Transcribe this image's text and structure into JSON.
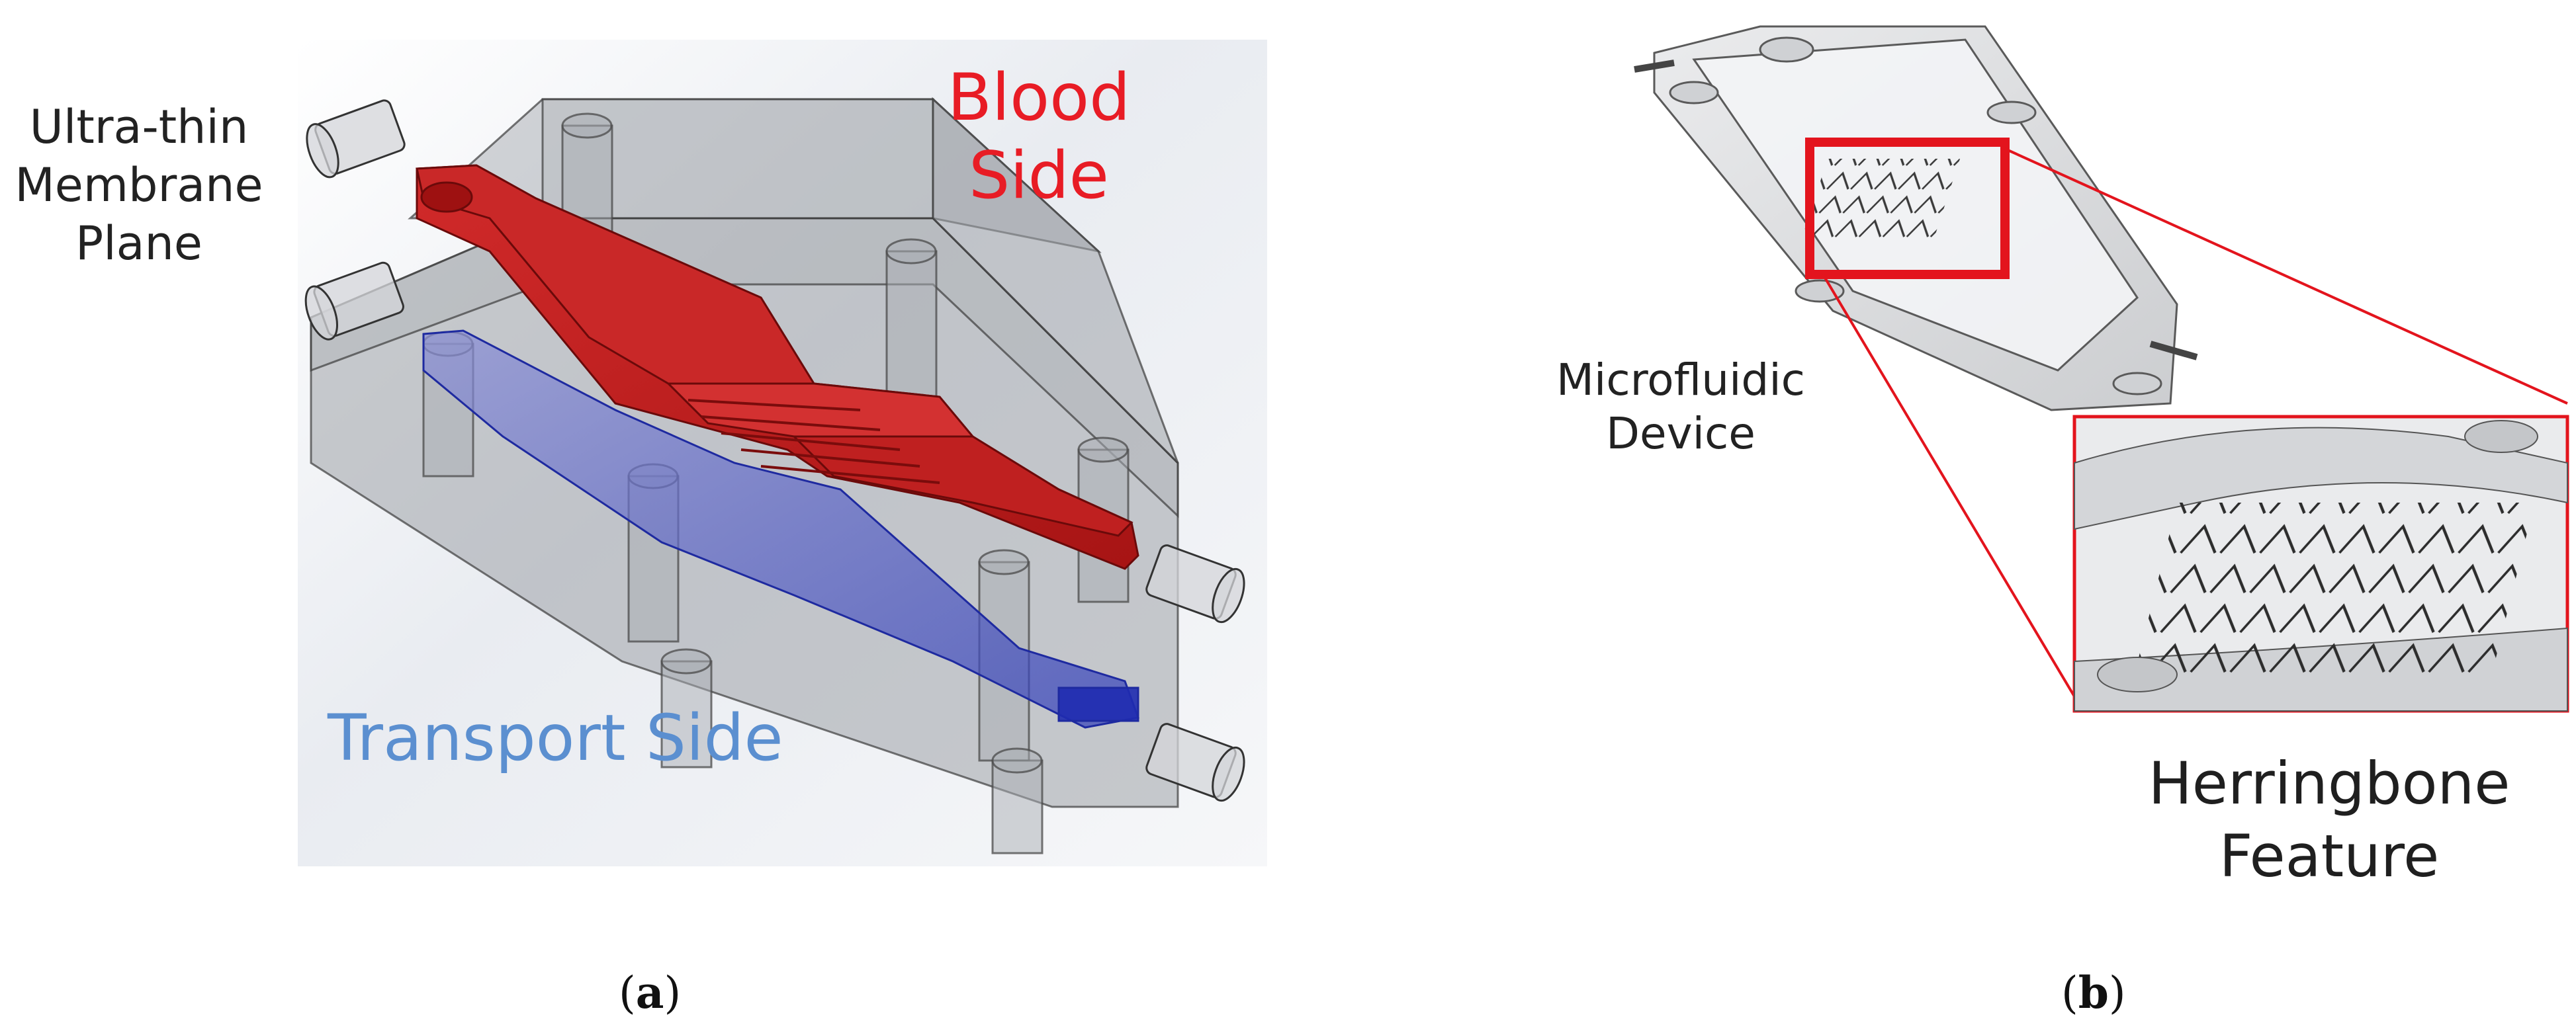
{
  "panel_a": {
    "membrane_label": [
      "Ultra-thin",
      "Membrane",
      "Plane"
    ],
    "blood_label": [
      "Blood",
      "Side"
    ],
    "transport_label": "Transport Side",
    "caption_open": "(",
    "caption_letter": "a",
    "caption_close": ")"
  },
  "panel_b": {
    "device_label": [
      "Microfluidic",
      "Device"
    ],
    "feature_label": [
      "Herringbone",
      "Feature"
    ],
    "caption_open": "(",
    "caption_letter": "b",
    "caption_close": ")"
  },
  "colors": {
    "blood": "#e81c25",
    "transport": "#5b8fd0",
    "highlight_box": "#e3141d",
    "device_gray": "#c8c8c8"
  }
}
